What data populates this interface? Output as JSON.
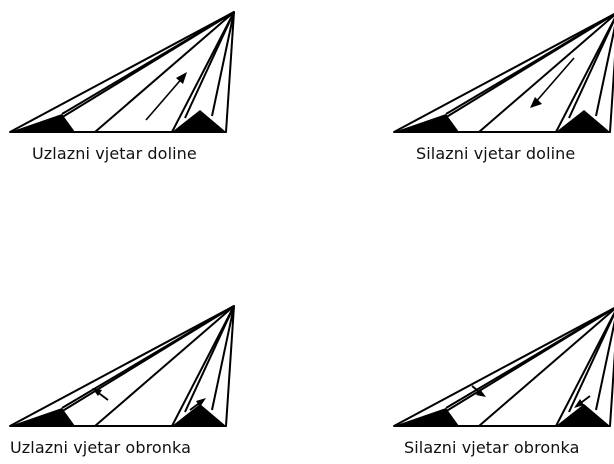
{
  "diagrams": [
    {
      "caption": "Uzlazni vjetar doline",
      "wind": "up-valley"
    },
    {
      "caption": "Silazni vjetar doline",
      "wind": "down-valley"
    },
    {
      "caption": "Uzlazni vjetar obronka",
      "wind": "upslope"
    },
    {
      "caption": "Silazni vjetar obronka",
      "wind": "downslope"
    }
  ],
  "colors": {
    "ink": "#000000",
    "background": "#ffffff"
  }
}
